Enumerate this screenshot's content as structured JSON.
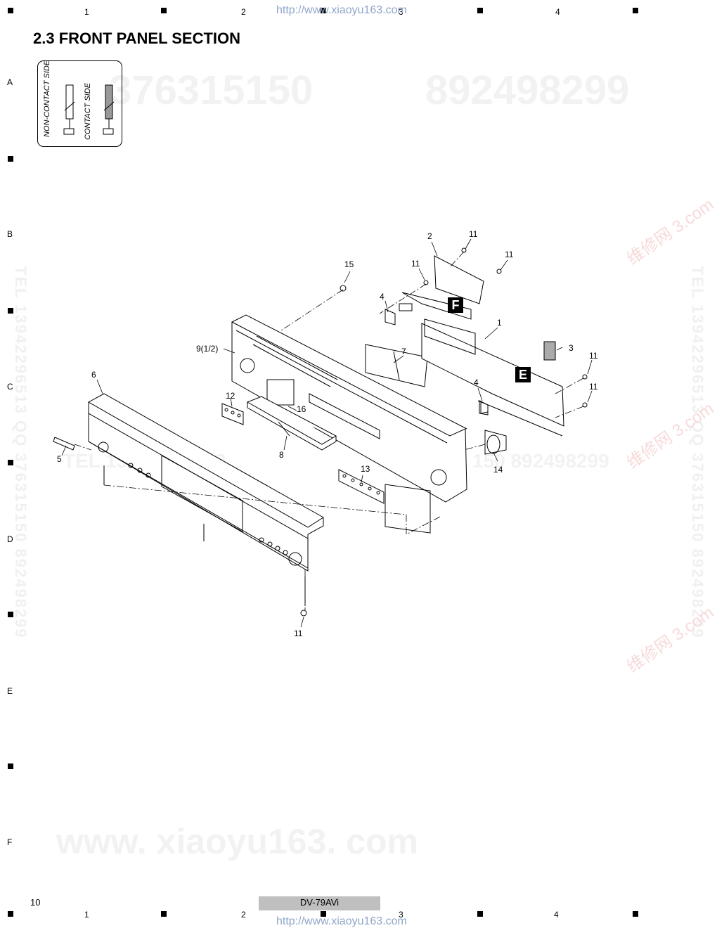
{
  "header": {
    "columns": [
      "1",
      "2",
      "3",
      "4"
    ],
    "url": "http://www.xiaoyu163.com"
  },
  "section_title": "2.3  FRONT PANEL SECTION",
  "legend": {
    "non_contact_label": "NON-CONTACT SIDE",
    "contact_label": "CONTACT SIDE"
  },
  "row_letters": [
    "A",
    "B",
    "C",
    "D",
    "E",
    "F"
  ],
  "watermarks": {
    "qq1": "376315150",
    "qq2": "892498299",
    "site": "www. xiaoyu163. com",
    "tel": "TEL 13942296513",
    "mid_left": "TEL 13942296513",
    "mid_right": "150  892498299",
    "vertical": "TEL 13942296513  QQ 376315150  892498299",
    "red_mark": "维修网 3.com"
  },
  "part_labels": {
    "p1": "1",
    "p2": "2",
    "p3": "3",
    "p4a": "4",
    "p4b": "4",
    "p5": "5",
    "p6": "6",
    "p7": "7",
    "p8": "8",
    "p9": "9(1/2)",
    "p11a": "11",
    "p11b": "11",
    "p11c": "11",
    "p11d": "11",
    "p11e": "11",
    "p11f": "11",
    "p12": "12",
    "p13": "13",
    "p14": "14",
    "p15": "15",
    "p16": "16"
  },
  "board_tags": {
    "f": "F",
    "e": "E"
  },
  "footer": {
    "page_number": "10",
    "model": "DV-79AVi",
    "columns": [
      "1",
      "2",
      "3",
      "4"
    ],
    "url": "http://www.xiaoyu163.com"
  }
}
